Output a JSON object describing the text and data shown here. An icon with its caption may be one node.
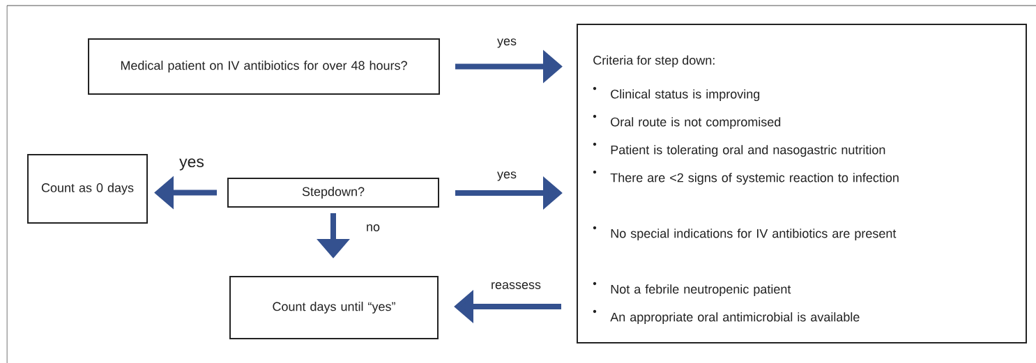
{
  "diagram": {
    "nodes": [
      {
        "text": [
          "Medical patient on IV antibiotics for over 48 hours?"
        ]
      },
      {
        "text": [
          "Criteria for step down:",
          "Clinical status is improving",
          "Oral route is not compromised",
          "Patient is tolerating oral and nasogastric nutrition",
          "There are <2 signs of systemic reaction to infection",
          "No special indications for IV antibiotics are present",
          "Not a febrile neutropenic patient",
          "An appropriate oral antimicrobial is available"
        ]
      },
      {
        "text": [
          "Count as 0 days"
        ]
      },
      {
        "text": [
          "Stepdown?"
        ]
      },
      {
        "text": [
          "Count days until “yes”"
        ]
      }
    ],
    "edges": [
      {
        "from": 0,
        "to": 1,
        "arrow": "to",
        "label": "yes"
      },
      {
        "from": 3,
        "to": 1,
        "arrow": "to",
        "label": "yes"
      },
      {
        "from": 3,
        "to": 2,
        "arrow": "to",
        "label": "yes"
      },
      {
        "from": 3,
        "to": 4,
        "arrow": "to",
        "label": "no"
      },
      {
        "from": 1,
        "to": 4,
        "arrow": "to",
        "label": "reassess"
      }
    ]
  }
}
